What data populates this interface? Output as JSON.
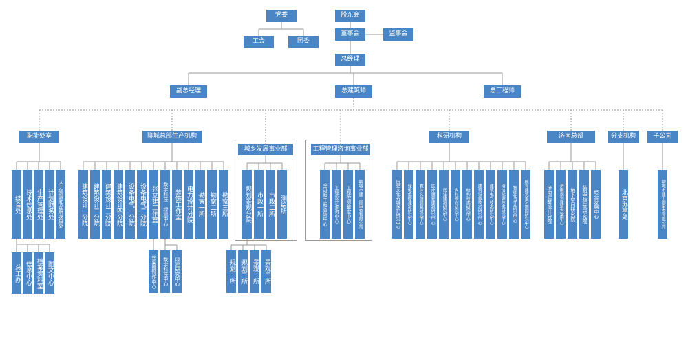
{
  "top": {
    "party": "党委",
    "shareholders": "股东会",
    "board": "董事会",
    "supervisors": "监事会",
    "union": "工会",
    "league": "团委",
    "gm": "总经理"
  },
  "second": {
    "deputy_gm": "副总经理",
    "chief_architect": "总建筑师",
    "chief_engineer": "总工程师"
  },
  "functional": {
    "title": "职能处室",
    "depts": [
      "综合处",
      "技术信息处",
      "生产管理处",
      "计划财务处",
      "人力资源和品牌发展处"
    ],
    "sub": [
      "总工办",
      "信息中心",
      "档案资料室",
      "图文中心"
    ]
  },
  "production": {
    "title": "聊城总部生产机构",
    "units": [
      "建筑设计一分院",
      "建筑设计二分院",
      "建筑设计三分院",
      "建筑设计四分院",
      "设备电气一分院",
      "设备电气二分院",
      "张立建工作室",
      "数字科技·绿建中心",
      "装饰工作室",
      "电力设计分院",
      "勘察一所",
      "勘察二所",
      "勘察三所"
    ],
    "sub_zhang": "效果图制作中心",
    "sub_digital": [
      "数字科技中心",
      "绿建研究中心"
    ]
  },
  "urban": {
    "title": "城乡发展事业部",
    "units": [
      "规划景观分院",
      "市政一所",
      "市政二所",
      "测绘所"
    ],
    "sub": [
      "规划一所",
      "规划二所",
      "景观一所",
      "景观二所"
    ]
  },
  "consult": {
    "title": "工程管理咨询事业部",
    "units": [
      "全过程工程咨询中心",
      "工程设计咨询中心",
      "工程检测鉴定中心",
      "聊城市建工图审查有限公司"
    ]
  },
  "research": {
    "title": "科研机构",
    "units": [
      "历史文化名城保护研究中心",
      "绿色低碳建筑研究中心",
      "教体文旅建筑研究中心",
      "医疗康养建筑研究中心",
      "居住建筑研究中心",
      "乡村振兴研究中心",
      "结构技术研究中心",
      "建筑设备技术研究中心",
      "建筑电气技术研究中心",
      "清洁能源技术研究中心",
      "智能化设计研究中心",
      "既有建筑鉴定加固研究中心"
    ]
  },
  "jinan": {
    "title": "济南总部",
    "units": [
      "济南建筑设计分院",
      "济南规划建筑方案中心",
      "地下空间研究院",
      "装配式建筑研究院",
      "经营发展中心"
    ]
  },
  "branch": {
    "title": "分支机构",
    "units": [
      "北京办事处"
    ]
  },
  "subsidiary": {
    "title": "子公司",
    "units": [
      "聊城市建工图审查有限公司"
    ]
  },
  "colors": {
    "box": "#4a86c5",
    "text": "#ffffff",
    "line": "#9a9a9a"
  }
}
